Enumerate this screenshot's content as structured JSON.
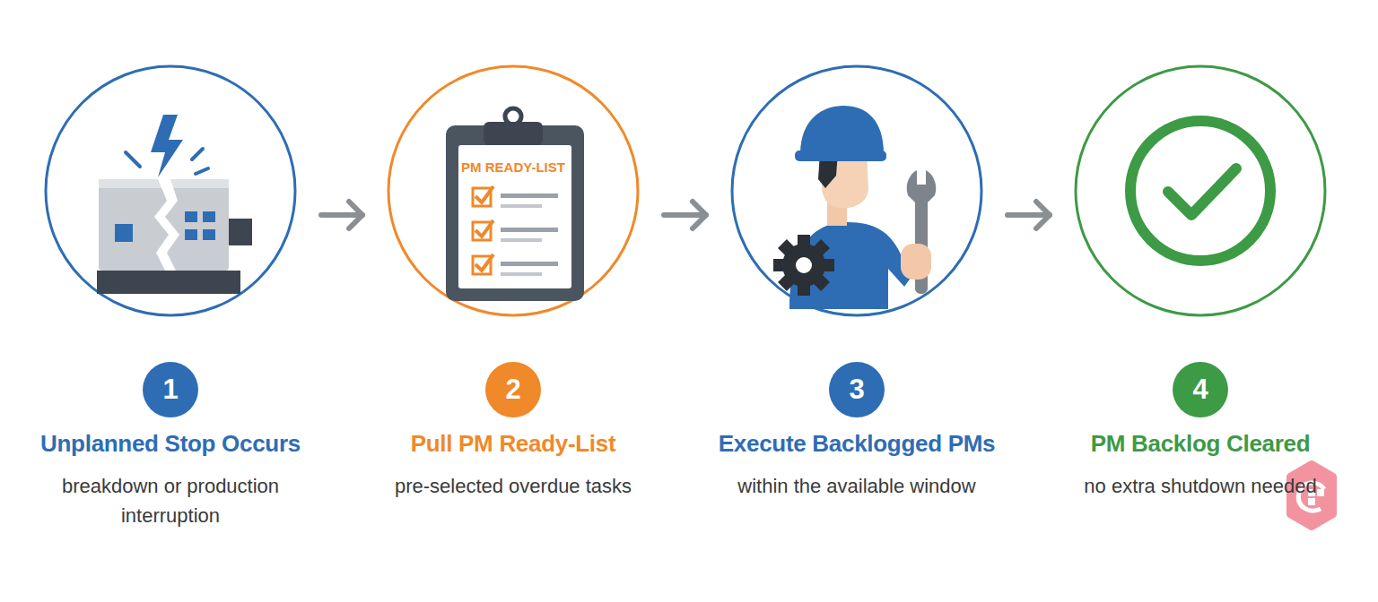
{
  "diagram": {
    "nodes": [
      {
        "text": [
          "1",
          "Unplanned Stop Occurs",
          "breakdown or production interruption"
        ]
      },
      {
        "text": [
          "2",
          "Pull PM Ready-List",
          "pre-selected overdue tasks"
        ]
      },
      {
        "text": [
          "3",
          "Execute Backlogged PMs",
          "within the available window"
        ]
      },
      {
        "text": [
          "4",
          "PM Backlog Cleared",
          "no extra shutdown needed"
        ]
      }
    ],
    "edges": [
      {
        "from": 0,
        "to": 1,
        "arrow": "to"
      },
      {
        "from": 1,
        "to": 2,
        "arrow": "to"
      },
      {
        "from": 2,
        "to": 3,
        "arrow": "to"
      }
    ],
    "labels": [
      "PM READY-LIST"
    ]
  }
}
